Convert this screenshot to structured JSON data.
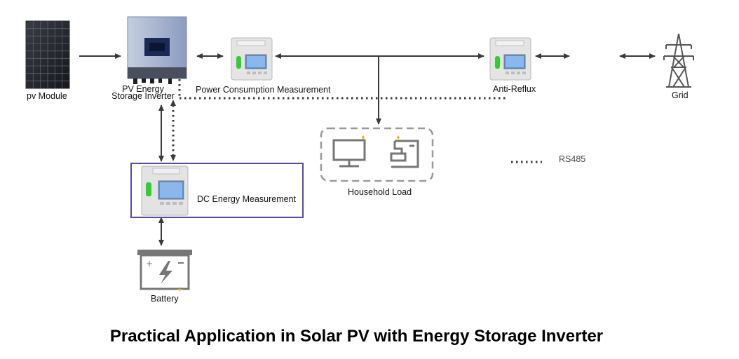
{
  "title": "Practical Application in Solar PV with Energy Storage Inverter",
  "nodes": {
    "pv_module": "pv Module",
    "inverter_line1": "PV Energy",
    "inverter_line2": "Storage Inverter",
    "power_meter": "Power Consumption Measurement",
    "anti_reflux": "Anti-Reflux",
    "grid": "Grid",
    "household_load": "Household Load",
    "dc_meter": "DC Energy Measurement",
    "battery": "Battery"
  },
  "legend": {
    "rs485_label": "RS485"
  },
  "colors": {
    "line": "#3a3a3a",
    "dc_box_border": "#5b4a9e",
    "meter_screen": "#5a8fd0",
    "led_green": "#33cc33",
    "inverter_body": "#9aa8c8",
    "inverter_window": "#1b2a55",
    "load_icon": "#777777",
    "battery_plus": "#e6b800"
  },
  "icons": [
    "solar-panel-icon",
    "inverter-icon",
    "meter-icon",
    "grid-tower-icon",
    "monitor-icon",
    "appliance-icon",
    "battery-icon"
  ]
}
